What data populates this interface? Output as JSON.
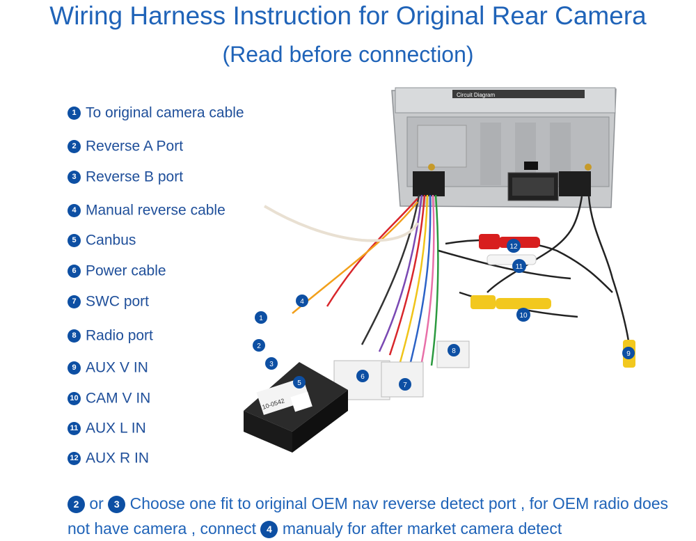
{
  "header": {
    "title": "Wiring Harness Instruction for Original Rear Camera",
    "subtitle": "(Read before connection)"
  },
  "legend": [
    {
      "num": "1",
      "label": "To original camera cable"
    },
    {
      "num": "2",
      "label": "Reverse A Port"
    },
    {
      "num": "3",
      "label": "Reverse B port"
    },
    {
      "num": "4",
      "label": "Manual reverse cable"
    },
    {
      "num": "5",
      "label": "Canbus"
    },
    {
      "num": "6",
      "label": "Power cable"
    },
    {
      "num": "7",
      "label": "SWC port"
    },
    {
      "num": "8",
      "label": "Radio port"
    },
    {
      "num": "9",
      "label": "AUX V IN"
    },
    {
      "num": "10",
      "label": "CAM V IN"
    },
    {
      "num": "11",
      "label": "AUX L IN"
    },
    {
      "num": "12",
      "label": "AUX R IN"
    }
  ],
  "diagram": {
    "unit_label": "Circuit Diagram",
    "box_label": "10-0542",
    "markers": [
      "1",
      "2",
      "3",
      "4",
      "5",
      "6",
      "7",
      "8",
      "9",
      "10",
      "11",
      "12"
    ]
  },
  "note": {
    "badge_a": "2",
    "or_text": "or",
    "badge_b": "3",
    "text_1": "Choose one fit to original OEM nav reverse detect port , for OEM radio does not have camera , connect",
    "badge_c": "4",
    "text_2": "manualy for after market camera detect"
  },
  "colors": {
    "badge": "#0d4fa3",
    "title": "#1f63b8",
    "rca_red": "#d81e1e",
    "rca_yellow": "#f2c81e"
  }
}
